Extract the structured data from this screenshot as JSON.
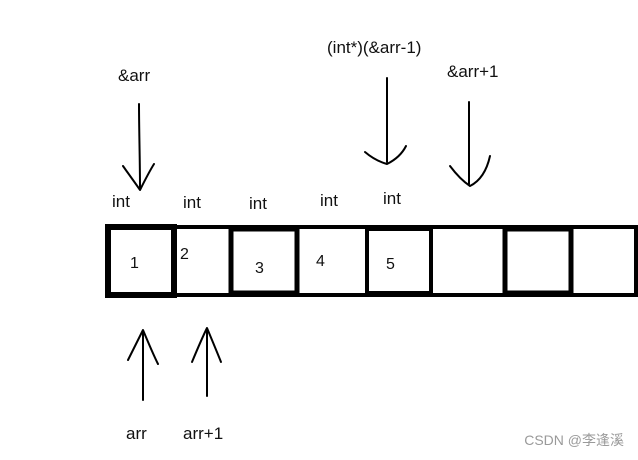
{
  "labels": {
    "addr_arr": "&arr",
    "cast_expr": "(int*)(&arr-1)",
    "addr_arr_plus1": "&arr+1",
    "arr": "arr",
    "arr_plus1": "arr+1"
  },
  "type_labels": [
    "int",
    "int",
    "int",
    "int",
    "int"
  ],
  "cells": [
    "1",
    "2",
    "3",
    "4",
    "5",
    "",
    "",
    ""
  ],
  "watermark": "CSDN @李逢溪",
  "colors": {
    "ink": "#000000",
    "watermark": "#9a9a9a",
    "background": "#ffffff"
  }
}
